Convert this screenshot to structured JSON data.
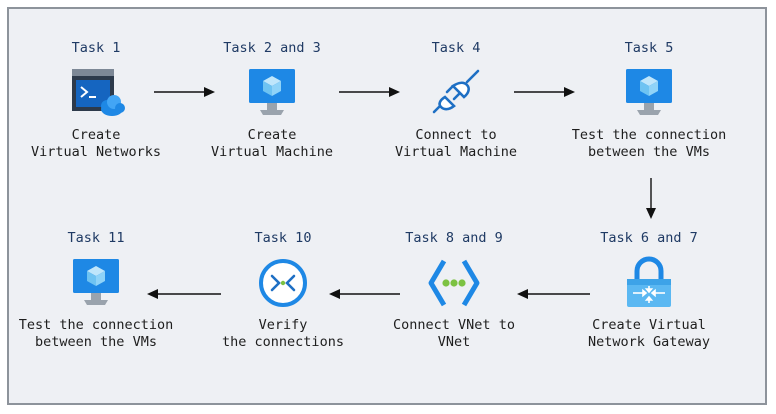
{
  "steps": [
    {
      "task": "Task 1",
      "caption": [
        "Create",
        "Virtual Networks"
      ],
      "icon": "virtual-network-cloud-icon"
    },
    {
      "task": "Task 2 and 3",
      "caption": [
        "Create",
        "Virtual Machine"
      ],
      "icon": "virtual-machine-icon"
    },
    {
      "task": "Task 4",
      "caption": [
        "Connect to",
        "Virtual Machine"
      ],
      "icon": "plug-connection-icon"
    },
    {
      "task": "Task 5",
      "caption": [
        "Test the connection",
        "between the VMs"
      ],
      "icon": "virtual-machine-icon"
    },
    {
      "task": "Task 6 and 7",
      "caption": [
        "Create Virtual",
        "Network Gateway"
      ],
      "icon": "vpn-gateway-lock-icon"
    },
    {
      "task": "Task 8 and 9",
      "caption": [
        "Connect VNet to",
        "VNet"
      ],
      "icon": "vnet-peering-icon"
    },
    {
      "task": "Task 10",
      "caption": [
        "Verify",
        "the connections"
      ],
      "icon": "connections-icon"
    },
    {
      "task": "Task 11",
      "caption": [
        "Test the connection",
        "between the VMs"
      ],
      "icon": "virtual-machine-icon"
    }
  ],
  "colors": {
    "frame_bg": "#eef0f4",
    "frame_border": "#8d939b",
    "task_text": "#1f3a64",
    "azure_blue": "#1e88e5",
    "arrow": "#111111"
  }
}
